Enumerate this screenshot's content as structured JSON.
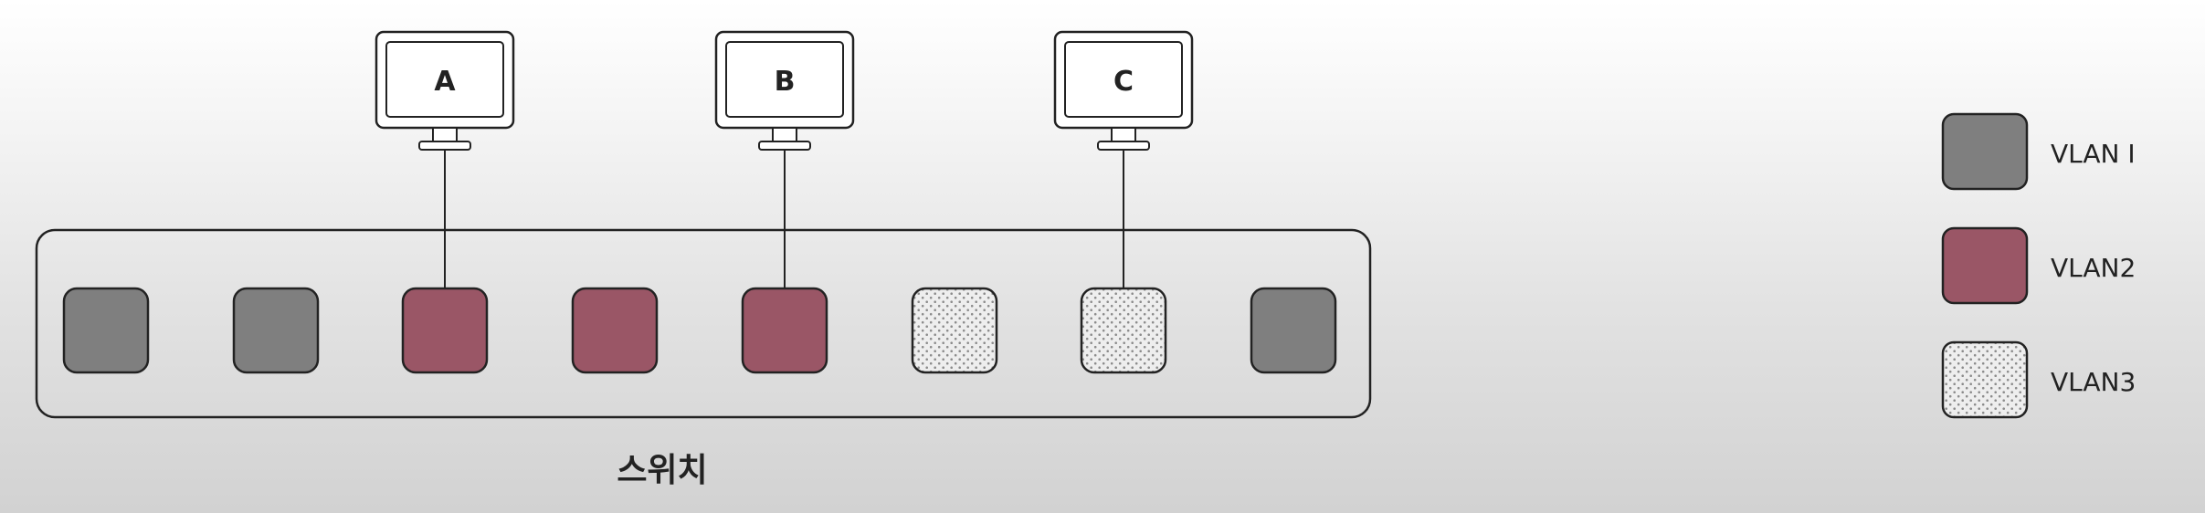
{
  "colors": {
    "vlan1": "#7f7f7f",
    "vlan2": "#9a5666",
    "vlan3": "#eeeeee",
    "vlan3_dots": "#8c8c8c",
    "stroke": "#222222"
  },
  "computers": [
    {
      "label": "A",
      "port_index": 2
    },
    {
      "label": "B",
      "port_index": 4
    },
    {
      "label": "C",
      "port_index": 6
    }
  ],
  "switch": {
    "label": "스위치",
    "ports": [
      "vlan1",
      "vlan1",
      "vlan2",
      "vlan2",
      "vlan2",
      "vlan3",
      "vlan3",
      "vlan1"
    ]
  },
  "legend": [
    {
      "vlan": "vlan1",
      "label": "VLAN I"
    },
    {
      "vlan": "vlan2",
      "label": "VLAN2"
    },
    {
      "vlan": "vlan3",
      "label": "VLAN3"
    }
  ],
  "icons": {
    "computer": "monitor-icon"
  }
}
